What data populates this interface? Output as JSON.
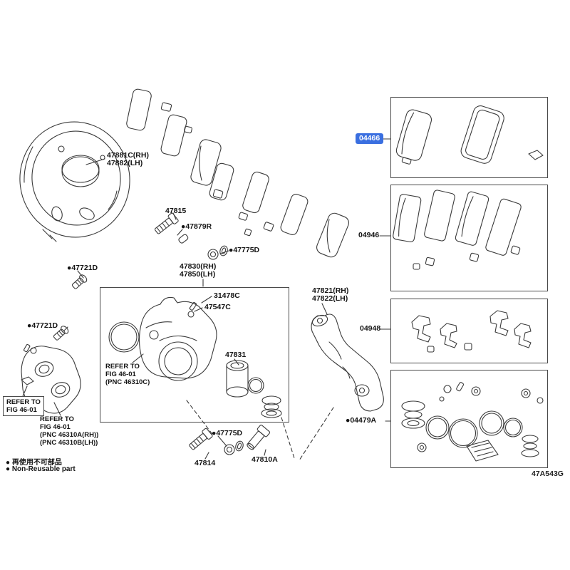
{
  "colors": {
    "highlight_blue": "#3A6FE0",
    "line_art": "#3A3A3A"
  },
  "diagram": {
    "code": "47A543G",
    "legend_jp": "● 再使用不可部品",
    "legend_en": "● Non-Reusable part"
  },
  "labels": {
    "shield_rh": "47881C(RH)",
    "shield_lh": "47882(LH)",
    "pin_upper": "47815",
    "bush_47879r": "●47879R",
    "bush_47775d_top": "●47775D",
    "bolt_47721d_a": "●47721D",
    "bolt_47721d_b": "●47721D",
    "caliper_rh": "47830(RH)",
    "caliper_lh": "47850(LH)",
    "bleeder": "31478C",
    "cap": "47547C",
    "piston": "47831",
    "bracket_rh": "47821(RH)",
    "bracket_lh": "47822(LH)",
    "bush_47775d_bottom": "●47775D",
    "pin_lower": "47814",
    "bolt_main": "47810A",
    "kit_pads": "04466",
    "kit_shims": "04946",
    "kit_fittings": "04948",
    "kit_seals": "●04479A"
  },
  "refer": {
    "center": [
      "REFER TO",
      "FIG 46-01",
      "(PNC 46310C)"
    ],
    "left": [
      "REFER TO",
      "FIG 46-01"
    ],
    "lower": [
      "REFER TO",
      "FIG 46-01",
      "(PNC 46310A(RH))",
      "(PNC 46310B(LH))"
    ]
  }
}
